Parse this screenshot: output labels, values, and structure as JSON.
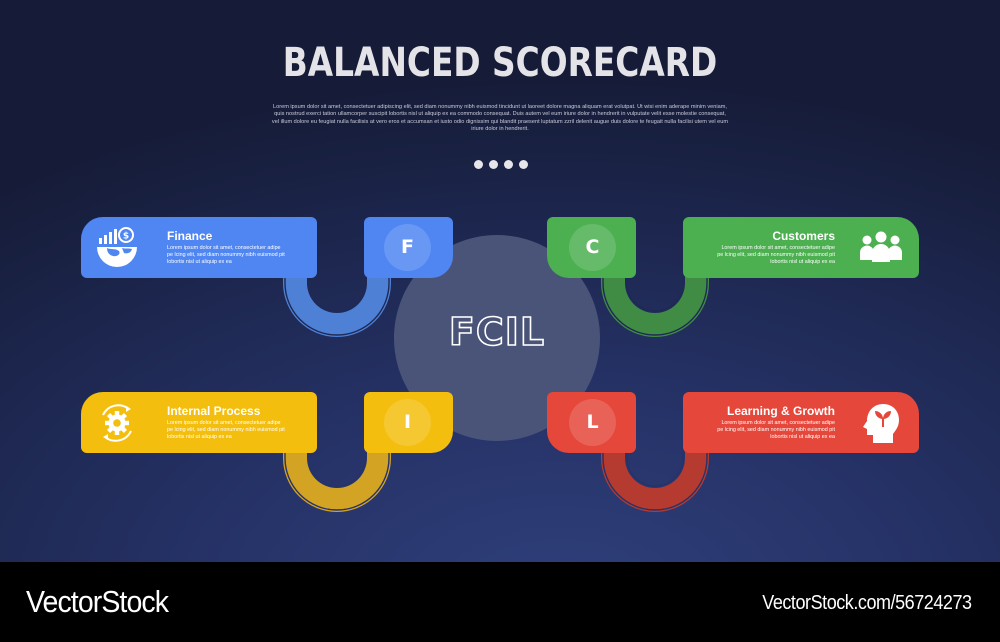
{
  "header": {
    "title": "BALANCED SCORECARD",
    "description": "Lorem ipsum dolor sit amet, consectetuer adipiscing elit, sed diam nonummy nibh euismod tincidunt ut laoreet dolore magna aliquam erat volutpat. Ut wisi enim aderape minim veniam, quis nostrud exerci tation ullamcorper suscipit lobortis nisl ut aliquip ex ea commodo consequat. Duis autem vel eum iriure dolor in hendrerit in vulputate velit esse molestie consequat, vel illum dolore eu feugiat nulla facilisis at vero eros et accumsan et iusto odio dignissim qui blandit praesent luptatum zzril delenit augue duis dolore te feugait nulla facilisi utem vel eum iriure dolor in hendrerit.",
    "dot_count": 4
  },
  "center": {
    "label": "FCIL",
    "circle_color": "#4a5478"
  },
  "items": [
    {
      "key": "finance",
      "letter": "F",
      "title": "Finance",
      "description": "Lorem ipsum dolor sit amet, consectetuer adipe pe lcing elit, sed diam nonummy nibh euismod pit lobortis nisl ut aliquip ex ea",
      "icon": "finance-globe-chart-icon",
      "color": "#4f86f2",
      "arc_color": "#4e80d6"
    },
    {
      "key": "customers",
      "letter": "C",
      "title": "Customers",
      "description": "Lorem ipsum dolor sit amet, consectetuer adipe pe lcing elit, sed diam nonummy nibh euismod pit lobortis nisl ut aliquip ex ea",
      "icon": "users-group-icon",
      "color": "#4caf50",
      "arc_color": "#418c45"
    },
    {
      "key": "internal-process",
      "letter": "I",
      "title": "Internal Process",
      "description": "Lorem ipsum dolor sit amet, consectetuer adipe pe lcing elit, sed diam nonummy nibh euismod pit lobortis nisl ut aliquip ex ea",
      "icon": "gear-cycle-icon",
      "color": "#f4be0e",
      "arc_color": "#d3a423"
    },
    {
      "key": "learning-growth",
      "letter": "L",
      "title": "Learning & Growth",
      "description": "Lorem ipsum dolor sit amet, consectetuer adipe pe lcing elit, sed diam nonummy nibh euismod pit lobortis nisl ut aliquip ex ea",
      "icon": "head-plant-icon",
      "color": "#e5473a",
      "arc_color": "#b53a30"
    }
  ],
  "footer": {
    "brand": "VectorStock",
    "url": "VectorStock.com/56724273"
  }
}
